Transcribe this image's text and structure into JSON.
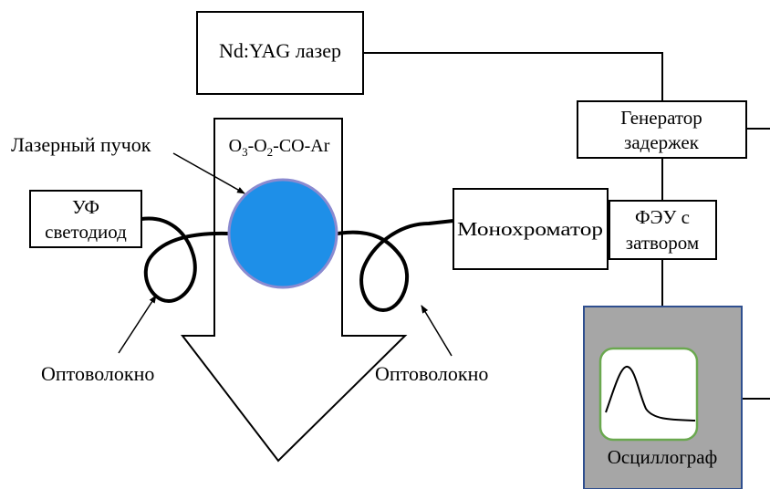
{
  "diagram": {
    "laser": {
      "label": "Nd:YAG лазер"
    },
    "delay_generator": {
      "line1": "Генератор",
      "line2": "задержек"
    },
    "beam_label": "Лазерный пучок",
    "gas_mixture": {
      "o": "O",
      "sub3": "3",
      "mid1": "-O",
      "sub2": "2",
      "tail": "-CO-Ar"
    },
    "uv_led": {
      "line1": "УФ",
      "line2": "светодиод"
    },
    "monochromator": {
      "label": "Монохроматор"
    },
    "pmt": {
      "line1": "ФЭУ с",
      "line2": "затвором"
    },
    "fiber_left": "Оптоволокно",
    "fiber_right": "Оптоволокно",
    "oscilloscope": {
      "label": "Осциллограф"
    },
    "colors": {
      "beam_fill": "#1e8fe8",
      "beam_stroke": "#8a8ad0",
      "oscilloscope_fill": "#a6a6a6",
      "oscilloscope_stroke": "#2f4f8f",
      "screen_stroke": "#6aa84f"
    }
  }
}
